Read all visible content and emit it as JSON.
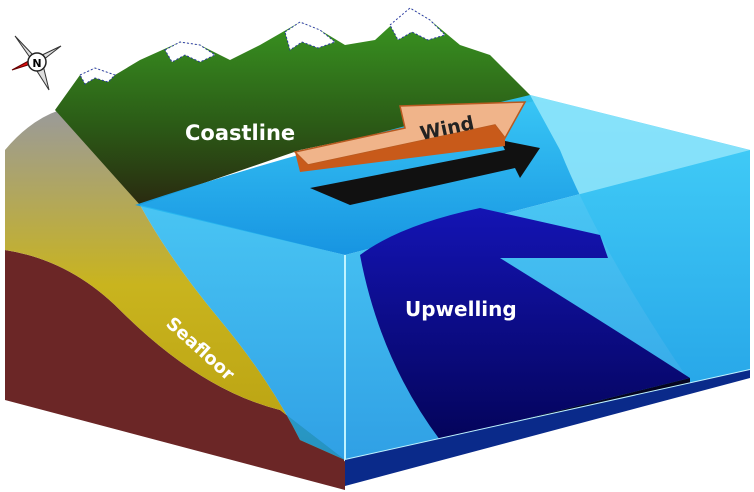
{
  "labels": {
    "coastline": "Coastline",
    "wind": "Wind",
    "upwelling": "Upwelling",
    "seafloor": "Seafloor",
    "compass_north": "N"
  },
  "colors": {
    "mountain": "#2e7d1e",
    "water_surface": "#1fb8f0",
    "water_side": "#8fe6fb",
    "upwelling": "#0a0aa0",
    "seafloor_sediment": "#c8b51c",
    "bedrock": "#6b2626",
    "wind_arrow": "#f0b48a"
  }
}
